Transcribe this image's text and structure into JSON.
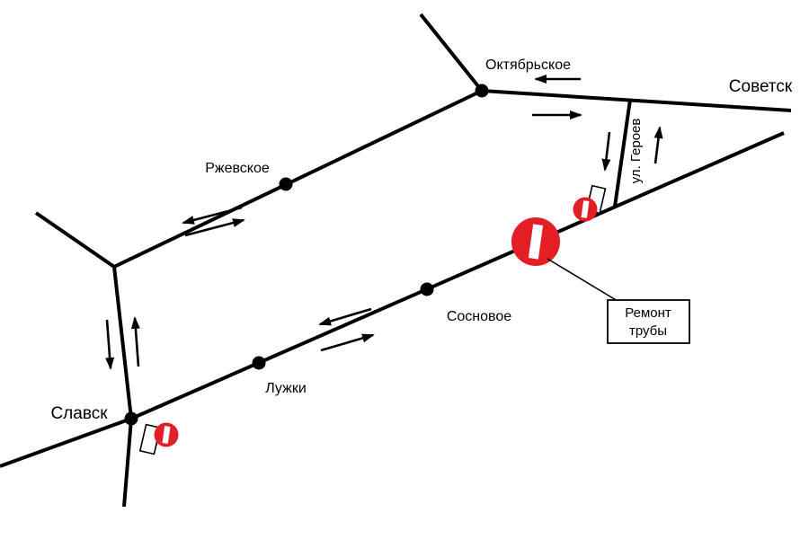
{
  "map": {
    "colors": {
      "road": "#000000",
      "sign_red": "#e31e24",
      "background": "#ffffff"
    },
    "labels": {
      "oktyabrskoye": "Октябрьское",
      "sovetsk": "Советск",
      "rzhevskoye": "Ржевское",
      "sosnovoye": "Сосновое",
      "luzhki": "Лужки",
      "slavsk": "Славск",
      "geroev": "ул. Героев"
    },
    "callout": {
      "line1": "Ремонт",
      "line2": "трубы"
    },
    "signs": [
      {
        "name": "no-entry-sign-large"
      },
      {
        "name": "no-entry-sign-small"
      },
      {
        "name": "no-entry-sign-small"
      }
    ]
  }
}
